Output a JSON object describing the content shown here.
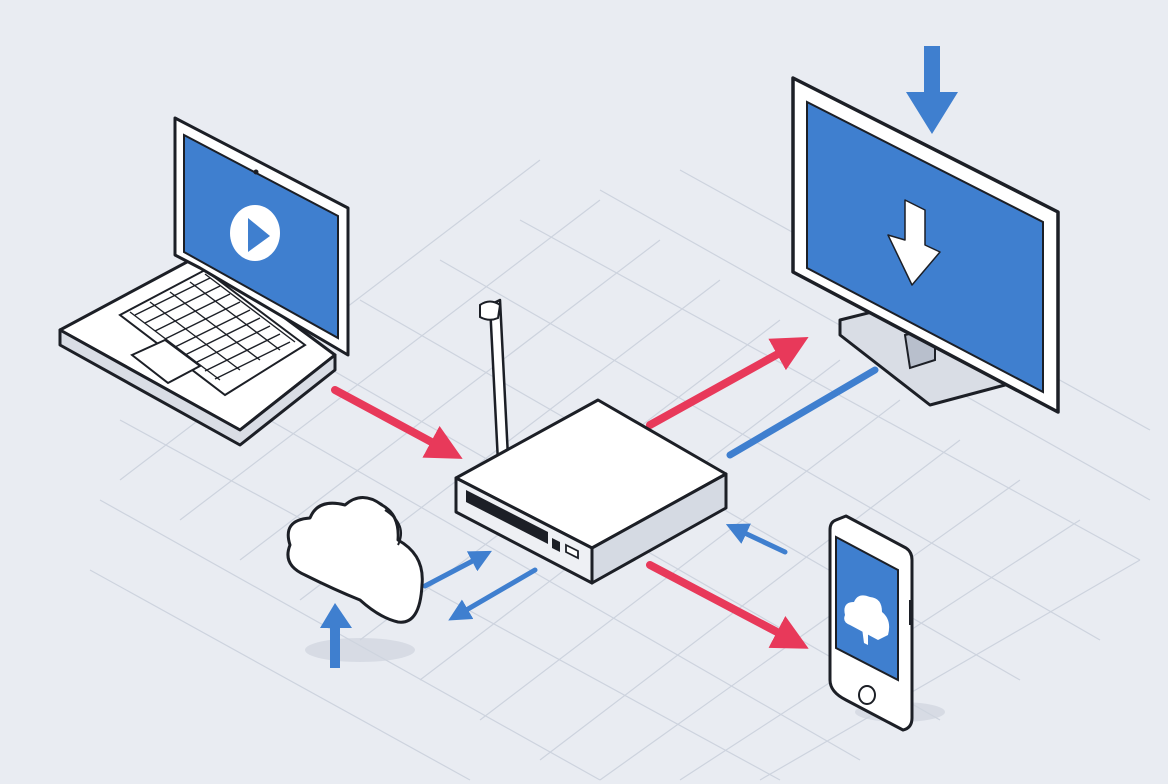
{
  "diagram": {
    "nodes": [
      {
        "id": "laptop",
        "icon": "play-icon"
      },
      {
        "id": "router",
        "icon": "router-icon"
      },
      {
        "id": "monitor",
        "icon": "download-arrow-icon"
      },
      {
        "id": "cloud",
        "icon": "cloud-icon"
      },
      {
        "id": "smartphone",
        "icon": "cloud-download-icon"
      }
    ],
    "flows": [
      {
        "from": "laptop",
        "to": "router",
        "color": "#e8395a"
      },
      {
        "from": "router",
        "to": "monitor",
        "color": "#e8395a"
      },
      {
        "from": "monitor",
        "to": "router",
        "color": "#3f7fcf"
      },
      {
        "from": "router",
        "to": "smartphone",
        "color": "#e8395a"
      },
      {
        "from": "smartphone",
        "to": "router",
        "color": "#3f7fcf"
      },
      {
        "from": "cloud",
        "to": "router",
        "color": "#3f7fcf"
      },
      {
        "from": "router",
        "to": "cloud",
        "color": "#3f7fcf"
      }
    ],
    "colors": {
      "background": "#e9ecf2",
      "screen": "#3f7fcf",
      "upload_arrow": "#e8395a",
      "download_arrow": "#3f7fcf",
      "outline": "#1c1f26",
      "grid": "#c9cfdb"
    }
  }
}
